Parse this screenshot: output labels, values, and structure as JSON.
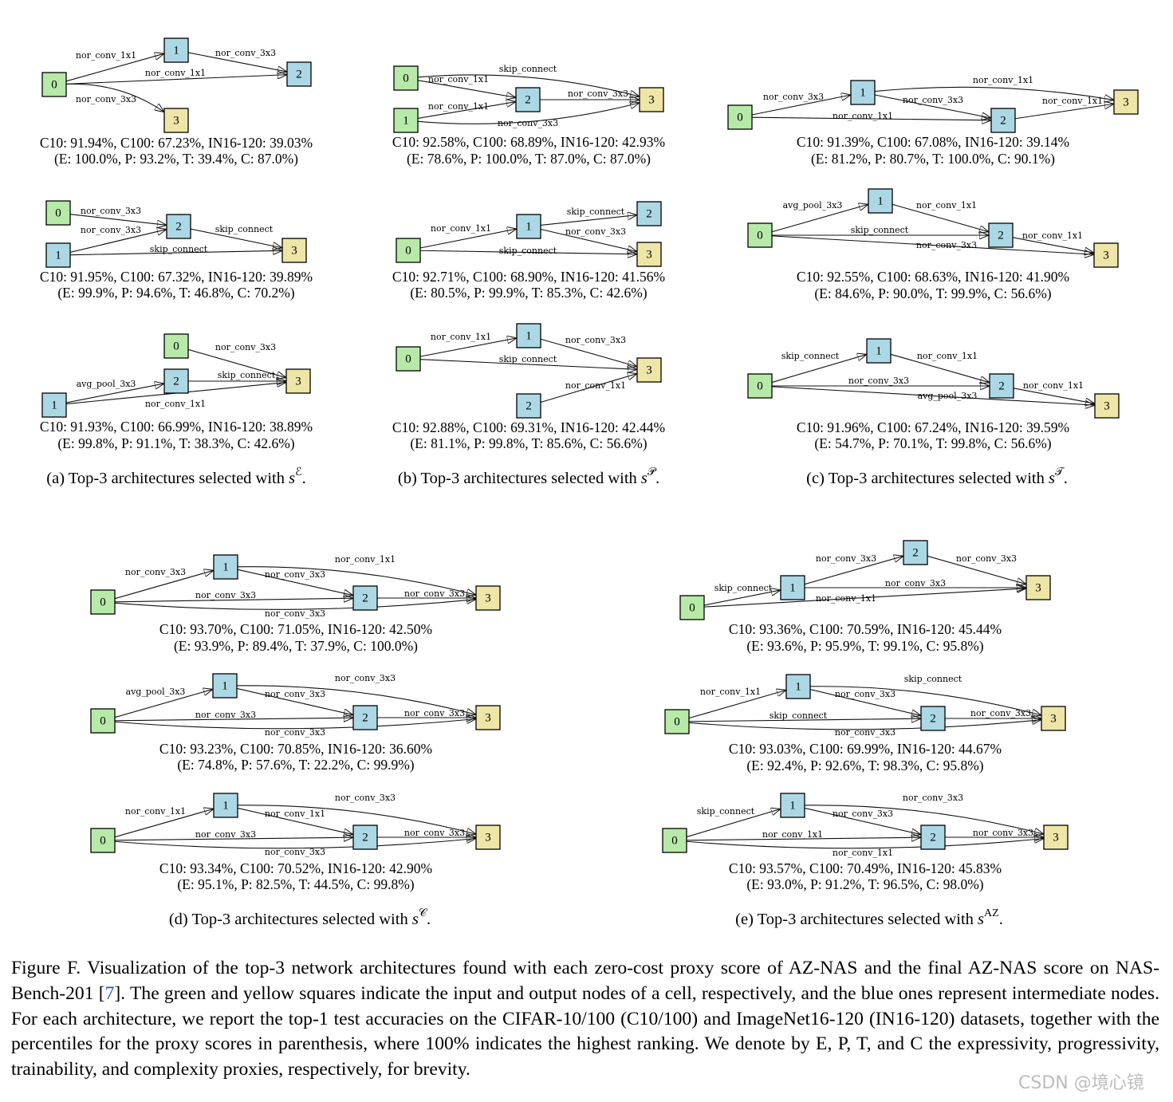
{
  "colors": {
    "input_node": "#b7eaa8",
    "intermediate_node": "#acd8e6",
    "output_node": "#eee6a6",
    "edge": "#111111",
    "reference": "#2a4fd6",
    "watermark": "#bdbdbd"
  },
  "panels": [
    {
      "id": "a",
      "caption": "(a) Top-3 architectures selected with",
      "symbol": "s",
      "superscript": "ℰ",
      "caption_end": ".",
      "cells": [
        {
          "nodes": [
            {
              "id": "0",
              "type": "input"
            },
            {
              "id": "1",
              "type": "intermediate"
            },
            {
              "id": "2",
              "type": "intermediate"
            },
            {
              "id": "3",
              "type": "output"
            }
          ],
          "edges": [
            {
              "from": "0",
              "to": "1",
              "op": "nor_conv_1x1"
            },
            {
              "from": "1",
              "to": "2",
              "op": "nor_conv_3x3"
            },
            {
              "from": "0",
              "to": "2",
              "op": "nor_conv_1x1"
            },
            {
              "from": "0",
              "to": "3",
              "op": "nor_conv_3x3"
            }
          ],
          "accuracy": "C10: 91.94%, C100: 67.23%, IN16-120: 39.03%",
          "percentiles": "(E: 100.0%, P: 93.2%, T: 39.4%, C: 87.0%)"
        },
        {
          "nodes": [
            {
              "id": "0",
              "type": "input"
            },
            {
              "id": "1",
              "type": "intermediate"
            },
            {
              "id": "2",
              "type": "intermediate"
            },
            {
              "id": "3",
              "type": "output"
            }
          ],
          "edges": [
            {
              "from": "0",
              "to": "2",
              "op": "nor_conv_3x3"
            },
            {
              "from": "1",
              "to": "2",
              "op": "nor_conv_3x3"
            },
            {
              "from": "2",
              "to": "3",
              "op": "skip_connect"
            },
            {
              "from": "1",
              "to": "3",
              "op": "skip_connect"
            }
          ],
          "accuracy": "C10: 91.95%, C100: 67.32%, IN16-120: 39.89%",
          "percentiles": "(E: 99.9%, P: 94.6%, T: 46.8%, C: 70.2%)"
        },
        {
          "nodes": [
            {
              "id": "0",
              "type": "input"
            },
            {
              "id": "1",
              "type": "intermediate"
            },
            {
              "id": "2",
              "type": "intermediate"
            },
            {
              "id": "3",
              "type": "output"
            }
          ],
          "edges": [
            {
              "from": "0",
              "to": "3",
              "op": "nor_conv_3x3"
            },
            {
              "from": "1",
              "to": "2",
              "op": "avg_pool_3x3"
            },
            {
              "from": "2",
              "to": "3",
              "op": "skip_connect"
            },
            {
              "from": "1",
              "to": "3",
              "op": "nor_conv_1x1"
            }
          ],
          "accuracy": "C10: 91.93%, C100: 66.99%, IN16-120: 38.89%",
          "percentiles": "(E: 99.8%, P: 91.1%, T: 38.3%, C: 42.6%)"
        }
      ]
    },
    {
      "id": "b",
      "caption": "(b) Top-3 architectures selected with",
      "symbol": "s",
      "superscript": "𝒫",
      "caption_end": ".",
      "cells": [
        {
          "nodes": [
            {
              "id": "0",
              "type": "input"
            },
            {
              "id": "1",
              "type": "input"
            },
            {
              "id": "2",
              "type": "intermediate"
            },
            {
              "id": "3",
              "type": "output"
            }
          ],
          "edges": [
            {
              "from": "0",
              "to": "3",
              "op": "skip_connect"
            },
            {
              "from": "0",
              "to": "2",
              "op": "nor_conv_1x1"
            },
            {
              "from": "1",
              "to": "2",
              "op": "nor_conv_1x1"
            },
            {
              "from": "2",
              "to": "3",
              "op": "nor_conv_3x3"
            },
            {
              "from": "1",
              "to": "3",
              "op": "nor_conv_3x3"
            }
          ],
          "accuracy": "C10: 92.58%, C100: 68.89%, IN16-120: 42.93%",
          "percentiles": "(E: 78.6%, P: 100.0%, T: 87.0%, C: 87.0%)"
        },
        {
          "nodes": [
            {
              "id": "0",
              "type": "input"
            },
            {
              "id": "1",
              "type": "intermediate"
            },
            {
              "id": "2",
              "type": "intermediate"
            },
            {
              "id": "3",
              "type": "output"
            }
          ],
          "edges": [
            {
              "from": "0",
              "to": "1",
              "op": "nor_conv_1x1"
            },
            {
              "from": "1",
              "to": "2",
              "op": "skip_connect"
            },
            {
              "from": "1",
              "to": "3",
              "op": "nor_conv_3x3"
            },
            {
              "from": "0",
              "to": "3",
              "op": "skip_connect"
            }
          ],
          "accuracy": "C10: 92.71%, C100: 68.90%, IN16-120: 41.56%",
          "percentiles": "(E: 80.5%, P: 99.9%, T: 85.3%, C: 42.6%)"
        },
        {
          "nodes": [
            {
              "id": "0",
              "type": "input"
            },
            {
              "id": "1",
              "type": "intermediate"
            },
            {
              "id": "2",
              "type": "intermediate"
            },
            {
              "id": "3",
              "type": "output"
            }
          ],
          "edges": [
            {
              "from": "0",
              "to": "1",
              "op": "nor_conv_1x1"
            },
            {
              "from": "1",
              "to": "3",
              "op": "nor_conv_3x3"
            },
            {
              "from": "0",
              "to": "3",
              "op": "skip_connect"
            },
            {
              "from": "2",
              "to": "3",
              "op": "nor_conv_1x1"
            }
          ],
          "accuracy": "C10: 92.88%, C100: 69.31%, IN16-120: 42.44%",
          "percentiles": "(E: 81.1%, P: 99.8%, T: 85.6%, C: 56.6%)"
        }
      ]
    },
    {
      "id": "c",
      "caption": "(c) Top-3 architectures selected with",
      "symbol": "s",
      "superscript": "𝒯",
      "caption_end": ".",
      "cells": [
        {
          "nodes": [
            {
              "id": "0",
              "type": "input"
            },
            {
              "id": "1",
              "type": "intermediate"
            },
            {
              "id": "2",
              "type": "intermediate"
            },
            {
              "id": "3",
              "type": "output"
            }
          ],
          "edges": [
            {
              "from": "0",
              "to": "1",
              "op": "nor_conv_3x3"
            },
            {
              "from": "1",
              "to": "3",
              "op": "nor_conv_1x1"
            },
            {
              "from": "1",
              "to": "2",
              "op": "nor_conv_3x3"
            },
            {
              "from": "0",
              "to": "2",
              "op": "nor_conv_1x1"
            },
            {
              "from": "2",
              "to": "3",
              "op": "nor_conv_1x1"
            }
          ],
          "accuracy": "C10: 91.39%, C100: 67.08%, IN16-120: 39.14%",
          "percentiles": "(E: 81.2%, P: 80.7%, T: 100.0%, C: 90.1%)"
        },
        {
          "nodes": [
            {
              "id": "0",
              "type": "input"
            },
            {
              "id": "1",
              "type": "intermediate"
            },
            {
              "id": "2",
              "type": "intermediate"
            },
            {
              "id": "3",
              "type": "output"
            }
          ],
          "edges": [
            {
              "from": "0",
              "to": "1",
              "op": "avg_pool_3x3"
            },
            {
              "from": "1",
              "to": "2",
              "op": "nor_conv_1x1"
            },
            {
              "from": "0",
              "to": "2",
              "op": "skip_connect"
            },
            {
              "from": "0",
              "to": "3",
              "op": "nor_conv_3x3"
            },
            {
              "from": "2",
              "to": "3",
              "op": "nor_conv_1x1"
            }
          ],
          "accuracy": "C10: 92.55%, C100: 68.63%, IN16-120: 41.90%",
          "percentiles": "(E: 84.6%, P: 90.0%, T: 99.9%, C: 56.6%)"
        },
        {
          "nodes": [
            {
              "id": "0",
              "type": "input"
            },
            {
              "id": "1",
              "type": "intermediate"
            },
            {
              "id": "2",
              "type": "intermediate"
            },
            {
              "id": "3",
              "type": "output"
            }
          ],
          "edges": [
            {
              "from": "0",
              "to": "1",
              "op": "skip_connect"
            },
            {
              "from": "1",
              "to": "2",
              "op": "nor_conv_1x1"
            },
            {
              "from": "0",
              "to": "2",
              "op": "nor_conv_3x3"
            },
            {
              "from": "0",
              "to": "3",
              "op": "avg_pool_3x3"
            },
            {
              "from": "2",
              "to": "3",
              "op": "nor_conv_1x1"
            }
          ],
          "accuracy": "C10: 91.96%, C100: 67.24%, IN16-120: 39.59%",
          "percentiles": "(E: 54.7%, P: 70.1%, T: 99.8%, C: 56.6%)"
        }
      ]
    },
    {
      "id": "d",
      "caption": "(d) Top-3 architectures selected with",
      "symbol": "s",
      "superscript": "𝒞",
      "caption_end": ".",
      "cells": [
        {
          "nodes": [
            {
              "id": "0",
              "type": "input"
            },
            {
              "id": "1",
              "type": "intermediate"
            },
            {
              "id": "2",
              "type": "intermediate"
            },
            {
              "id": "3",
              "type": "output"
            }
          ],
          "edges": [
            {
              "from": "0",
              "to": "1",
              "op": "nor_conv_3x3"
            },
            {
              "from": "1",
              "to": "3",
              "op": "nor_conv_1x1"
            },
            {
              "from": "1",
              "to": "2",
              "op": "nor_conv_3x3"
            },
            {
              "from": "0",
              "to": "2",
              "op": "nor_conv_3x3"
            },
            {
              "from": "2",
              "to": "3",
              "op": "nor_conv_3x3"
            },
            {
              "from": "0",
              "to": "3",
              "op": "nor_conv_3x3"
            }
          ],
          "accuracy": "C10: 93.70%, C100: 71.05%, IN16-120: 42.50%",
          "percentiles": "(E: 93.9%, P: 89.4%, T: 37.9%, C: 100.0%)"
        },
        {
          "nodes": [
            {
              "id": "0",
              "type": "input"
            },
            {
              "id": "1",
              "type": "intermediate"
            },
            {
              "id": "2",
              "type": "intermediate"
            },
            {
              "id": "3",
              "type": "output"
            }
          ],
          "edges": [
            {
              "from": "0",
              "to": "1",
              "op": "avg_pool_3x3"
            },
            {
              "from": "1",
              "to": "3",
              "op": "nor_conv_3x3"
            },
            {
              "from": "1",
              "to": "2",
              "op": "nor_conv_3x3"
            },
            {
              "from": "0",
              "to": "2",
              "op": "nor_conv_3x3"
            },
            {
              "from": "2",
              "to": "3",
              "op": "nor_conv_3x3"
            },
            {
              "from": "0",
              "to": "3",
              "op": "nor_conv_3x3"
            }
          ],
          "accuracy": "C10: 93.23%, C100: 70.85%, IN16-120: 36.60%",
          "percentiles": "(E: 74.8%, P: 57.6%, T: 22.2%, C: 99.9%)"
        },
        {
          "nodes": [
            {
              "id": "0",
              "type": "input"
            },
            {
              "id": "1",
              "type": "intermediate"
            },
            {
              "id": "2",
              "type": "intermediate"
            },
            {
              "id": "3",
              "type": "output"
            }
          ],
          "edges": [
            {
              "from": "0",
              "to": "1",
              "op": "nor_conv_1x1"
            },
            {
              "from": "1",
              "to": "3",
              "op": "nor_conv_3x3"
            },
            {
              "from": "1",
              "to": "2",
              "op": "nor_conv_1x1"
            },
            {
              "from": "0",
              "to": "2",
              "op": "nor_conv_3x3"
            },
            {
              "from": "2",
              "to": "3",
              "op": "nor_conv_3x3"
            },
            {
              "from": "0",
              "to": "3",
              "op": "nor_conv_3x3"
            }
          ],
          "accuracy": "C10: 93.34%, C100: 70.52%, IN16-120: 42.90%",
          "percentiles": "(E: 95.1%, P: 82.5%, T: 44.5%, C: 99.8%)"
        }
      ]
    },
    {
      "id": "e",
      "caption": "(e) Top-3 architectures selected with",
      "symbol": "s",
      "superscript": "AZ",
      "caption_end": ".",
      "cells": [
        {
          "nodes": [
            {
              "id": "0",
              "type": "input"
            },
            {
              "id": "1",
              "type": "intermediate"
            },
            {
              "id": "2",
              "type": "intermediate"
            },
            {
              "id": "3",
              "type": "output"
            }
          ],
          "edges": [
            {
              "from": "0",
              "to": "1",
              "op": "skip_connect"
            },
            {
              "from": "1",
              "to": "2",
              "op": "nor_conv_3x3"
            },
            {
              "from": "2",
              "to": "3",
              "op": "nor_conv_3x3"
            },
            {
              "from": "1",
              "to": "3",
              "op": "nor_conv_3x3"
            },
            {
              "from": "0",
              "to": "3",
              "op": "nor_conv_1x1"
            }
          ],
          "accuracy": "C10: 93.36%, C100: 70.59%, IN16-120: 45.44%",
          "percentiles": "(E: 93.6%, P: 95.9%, T: 99.1%, C: 95.8%)"
        },
        {
          "nodes": [
            {
              "id": "0",
              "type": "input"
            },
            {
              "id": "1",
              "type": "intermediate"
            },
            {
              "id": "2",
              "type": "intermediate"
            },
            {
              "id": "3",
              "type": "output"
            }
          ],
          "edges": [
            {
              "from": "0",
              "to": "1",
              "op": "nor_conv_1x1"
            },
            {
              "from": "1",
              "to": "3",
              "op": "skip_connect"
            },
            {
              "from": "1",
              "to": "2",
              "op": "nor_conv_3x3"
            },
            {
              "from": "0",
              "to": "2",
              "op": "skip_connect"
            },
            {
              "from": "2",
              "to": "3",
              "op": "nor_conv_3x3"
            },
            {
              "from": "0",
              "to": "3",
              "op": "nor_conv_3x3"
            }
          ],
          "accuracy": "C10: 93.03%, C100: 69.99%, IN16-120: 44.67%",
          "percentiles": "(E: 92.4%, P: 92.6%, T: 98.3%, C: 95.8%)"
        },
        {
          "nodes": [
            {
              "id": "0",
              "type": "input"
            },
            {
              "id": "1",
              "type": "intermediate"
            },
            {
              "id": "2",
              "type": "intermediate"
            },
            {
              "id": "3",
              "type": "output"
            }
          ],
          "edges": [
            {
              "from": "0",
              "to": "1",
              "op": "skip_connect"
            },
            {
              "from": "1",
              "to": "3",
              "op": "nor_conv_3x3"
            },
            {
              "from": "1",
              "to": "2",
              "op": "nor_conv_3x3"
            },
            {
              "from": "0",
              "to": "2",
              "op": "nor_conv_1x1"
            },
            {
              "from": "2",
              "to": "3",
              "op": "nor_conv_3x3"
            },
            {
              "from": "0",
              "to": "3",
              "op": "nor_conv_1x1"
            }
          ],
          "accuracy": "C10: 93.57%, C100: 70.49%, IN16-120: 45.83%",
          "percentiles": "(E: 93.0%, P: 91.2%, T: 96.5%, C: 98.0%)"
        }
      ]
    }
  ],
  "figure_caption": {
    "part1": "Figure F. Visualization of the top-3 network architectures found with each zero-cost proxy score of AZ-NAS and the final AZ-NAS score on NAS-Bench-201 [",
    "ref": "7",
    "part2": "]. The green and yellow squares indicate the input and output nodes of a cell, respectively, and the blue ones represent intermediate nodes. For each architecture, we report the top-1 test accuracies on the CIFAR-10/100 (C10/100) and ImageNet16-120 (IN16-120) datasets, together with the percentiles for the proxy scores in parenthesis, where 100% indicates the highest ranking. We denote by E, P, T, and C the expressivity, progressivity, trainability, and complexity proxies, respectively, for brevity."
  },
  "watermark": "CSDN @境心镜"
}
